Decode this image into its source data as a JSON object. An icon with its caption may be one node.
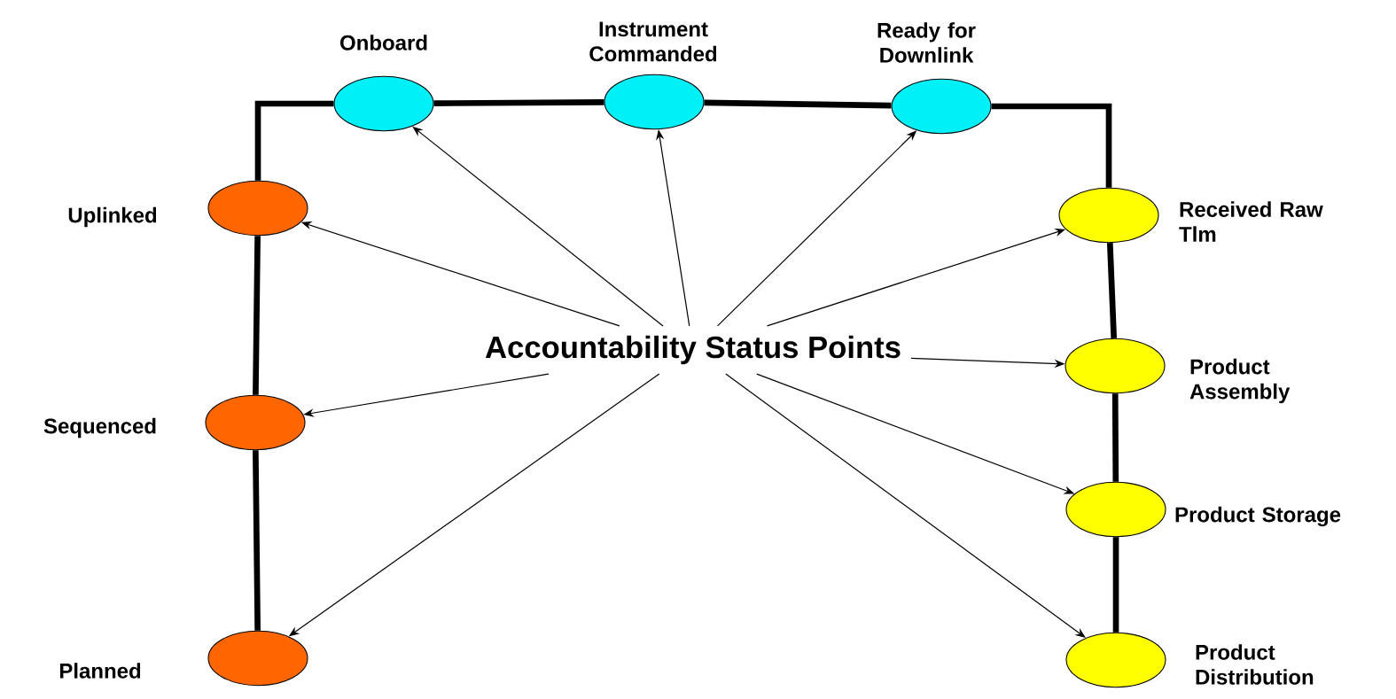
{
  "diagram": {
    "nodes": [
      {
        "text": [
          "Onboard"
        ]
      },
      {
        "text": [
          "Instrument Commanded"
        ]
      },
      {
        "text": [
          "Ready for Downlink"
        ]
      },
      {
        "text": [
          "Uplinked"
        ]
      },
      {
        "text": [
          "Received Raw Tlm"
        ]
      },
      {
        "text": [
          "Accountability Status Points"
        ]
      },
      {
        "text": [
          "Product Assembly"
        ]
      },
      {
        "text": [
          "Sequenced"
        ]
      },
      {
        "text": [
          "Product Storage"
        ]
      },
      {
        "text": [
          "Planned"
        ]
      },
      {
        "text": [
          "Product Distribution"
        ]
      }
    ],
    "edges": [
      {
        "from": 9,
        "to": 7,
        "arrow": "none",
        "style": "thick"
      },
      {
        "from": 7,
        "to": 3,
        "arrow": "none",
        "style": "thick"
      },
      {
        "from": 3,
        "to": 0,
        "arrow": "none",
        "style": "thick"
      },
      {
        "from": 0,
        "to": 1,
        "arrow": "none",
        "style": "thick"
      },
      {
        "from": 1,
        "to": 2,
        "arrow": "none",
        "style": "thick"
      },
      {
        "from": 2,
        "to": 4,
        "arrow": "none",
        "style": "thick"
      },
      {
        "from": 4,
        "to": 6,
        "arrow": "none",
        "style": "thick"
      },
      {
        "from": 6,
        "to": 8,
        "arrow": "none",
        "style": "thick"
      },
      {
        "from": 8,
        "to": 10,
        "arrow": "none",
        "style": "thick"
      },
      {
        "from": 5,
        "to": 3,
        "arrow": "to"
      },
      {
        "from": 5,
        "to": 0,
        "arrow": "to"
      },
      {
        "from": 5,
        "to": 1,
        "arrow": "to"
      },
      {
        "from": 5,
        "to": 2,
        "arrow": "to"
      },
      {
        "from": 5,
        "to": 4,
        "arrow": "to"
      },
      {
        "from": 5,
        "to": 6,
        "arrow": "to"
      },
      {
        "from": 5,
        "to": 8,
        "arrow": "to"
      },
      {
        "from": 5,
        "to": 10,
        "arrow": "to"
      },
      {
        "from": 5,
        "to": 7,
        "arrow": "to"
      },
      {
        "from": 5,
        "to": 9,
        "arrow": "to"
      }
    ]
  }
}
